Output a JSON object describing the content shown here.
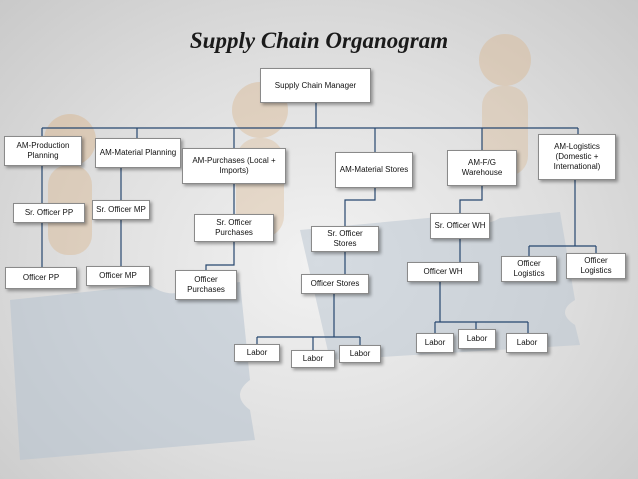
{
  "title": "Supply Chain Organogram",
  "colors": {
    "line": "#27476f",
    "node_border": "#8a8a8a"
  },
  "nodes": {
    "manager": "Supply Chain Manager",
    "am_production": "AM-Production Planning",
    "am_material_planning": "AM-Material Planning",
    "am_purchases": "AM-Purchases (Local + Imports)",
    "am_material_stores": "AM-Material Stores",
    "am_fg_warehouse": "AM-F/G Warehouse",
    "am_logistics": "AM-Logistics (Domestic + International)",
    "sr_officer_pp": "Sr. Officer PP",
    "officer_pp": "Officer PP",
    "sr_officer_mp": "Sr. Officer MP",
    "officer_mp": "Officer MP",
    "sr_officer_purchases": "Sr. Officer Purchases",
    "officer_purchases": "Officer Purchases",
    "sr_officer_stores": "Sr. Officer Stores",
    "officer_stores": "Officer Stores",
    "stores_labor_1": "Labor",
    "stores_labor_2": "Labor",
    "stores_labor_3": "Labor",
    "sr_officer_wh": "Sr. Officer WH",
    "officer_wh": "Officer WH",
    "wh_labor_1": "Labor",
    "wh_labor_2": "Labor",
    "wh_labor_3": "Labor",
    "officer_logistics_1": "Officer Logistics",
    "officer_logistics_2": "Officer Logistics"
  }
}
